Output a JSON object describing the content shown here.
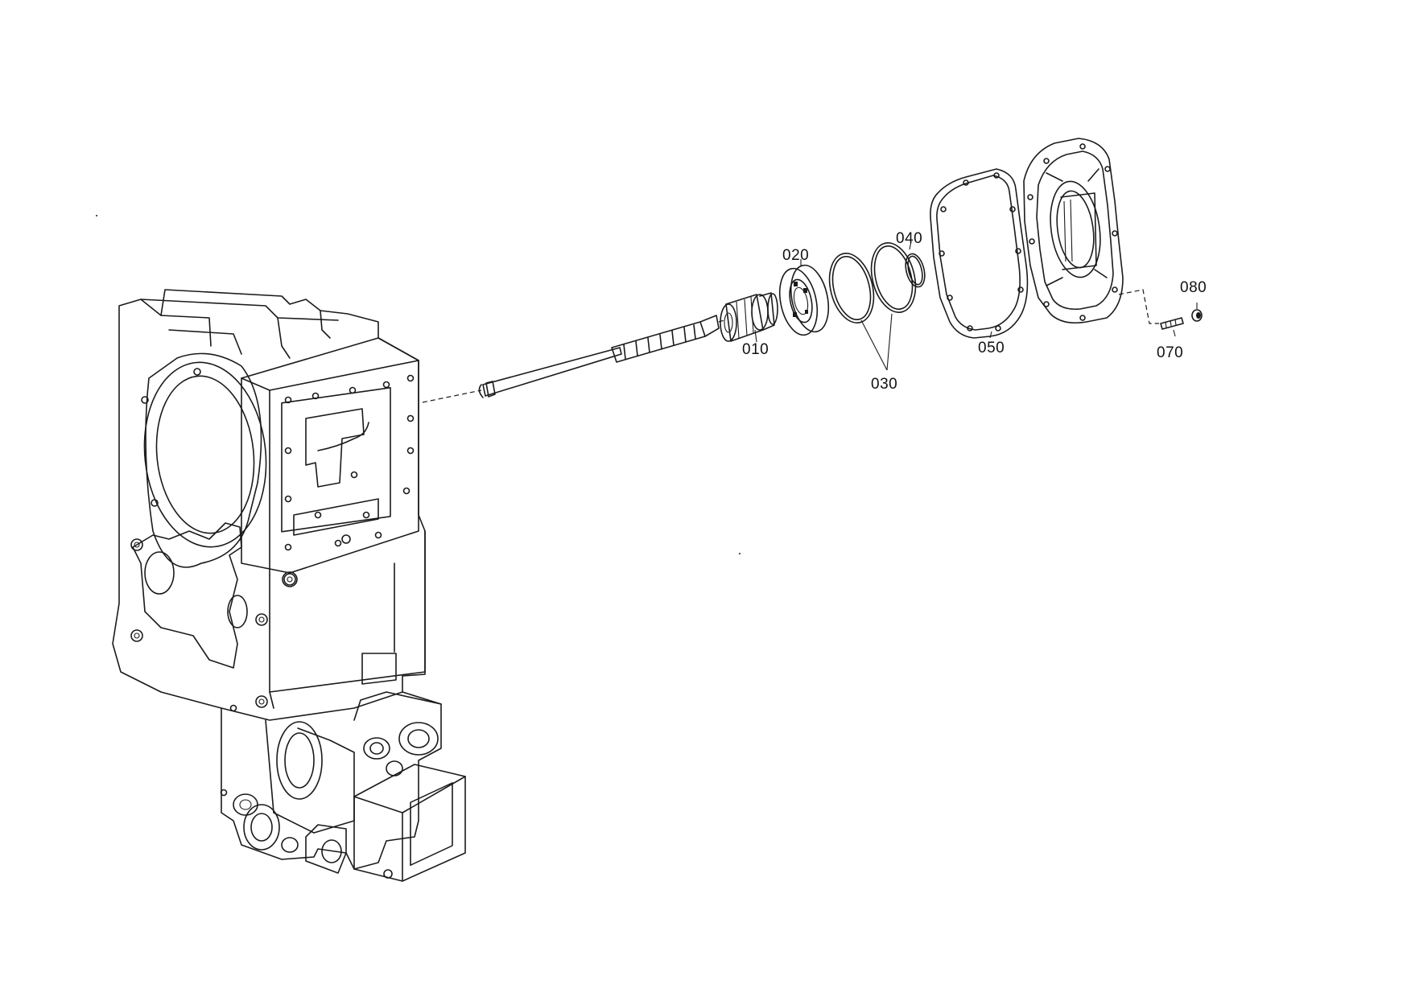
{
  "labels": {
    "p010": "010",
    "p020": "020",
    "p030": "030",
    "p040": "040",
    "p050": "050",
    "p070": "070",
    "p080": "080"
  }
}
